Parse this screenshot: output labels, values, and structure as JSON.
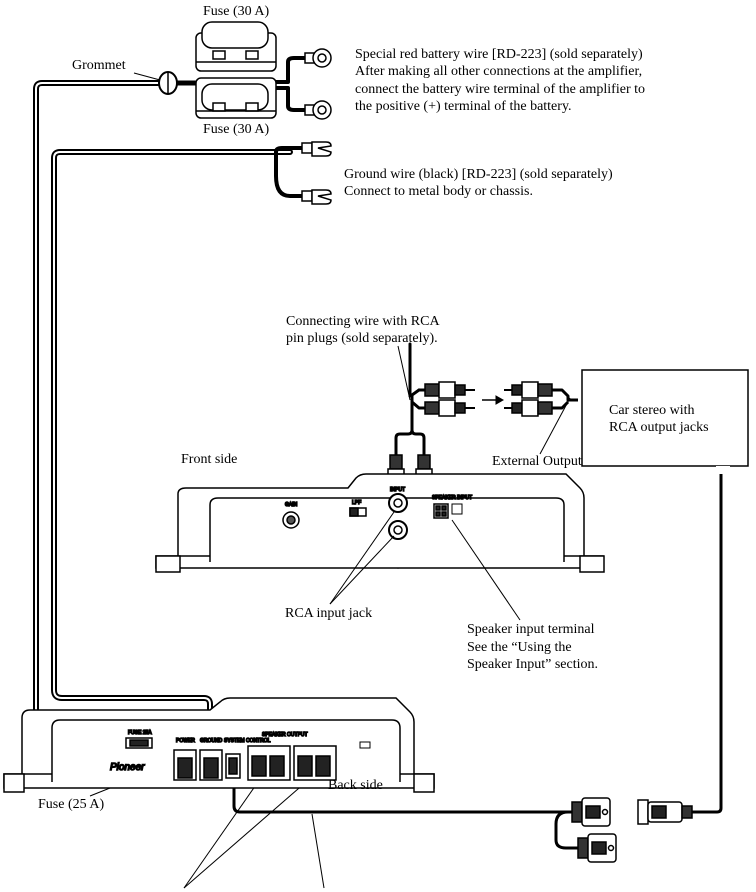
{
  "labels": {
    "fuse_top": "Fuse (30 A)",
    "fuse_bottom": "Fuse (30 A)",
    "grommet": "Grommet",
    "battery_wire_1": "Special red battery wire [RD-223] (sold separately)",
    "battery_wire_2": "After making all other connections at the amplifier,",
    "battery_wire_3": "connect the battery wire terminal of the amplifier to",
    "battery_wire_4": "the positive (+) terminal of the battery.",
    "ground_wire_1": "Ground wire (black) [RD-223] (sold separately)",
    "ground_wire_2": "Connect to metal body or chassis.",
    "rca_cable_1": "Connecting wire with RCA",
    "rca_cable_2": "pin plugs (sold separately).",
    "car_stereo_1": "Car stereo with",
    "car_stereo_2": "RCA output jacks",
    "external_output": "External Output",
    "front_side": "Front side",
    "rca_input_jack": "RCA input jack",
    "speaker_input_1": "Speaker input terminal",
    "speaker_input_2": "See the “Using the",
    "speaker_input_3": "Speaker Input” section.",
    "back_side": "Back side",
    "fuse_25": "Fuse (25 A)"
  },
  "panel_text": {
    "gain": "GAIN",
    "lpf": "LPF",
    "input": "INPUT",
    "speaker_input": "SPEAKER INPUT",
    "fuse_25a": "FUSE 25A",
    "power": "POWER",
    "ground": "GROUND",
    "system_control": "SYSTEM CONTROL",
    "speaker_output": "SPEAKER OUTPUT",
    "brand": "Pioneer"
  }
}
